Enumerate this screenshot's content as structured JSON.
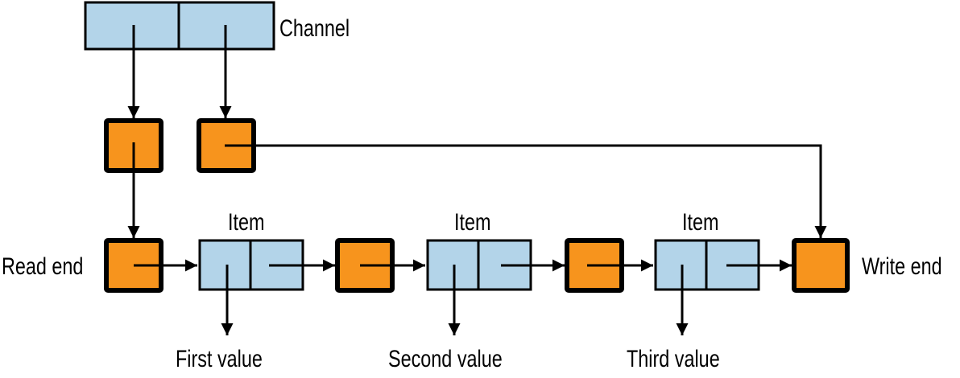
{
  "colors": {
    "item_fill": "#b3d4e9",
    "pointer_fill": "#f7941d",
    "stroke": "#000000",
    "background": "#ffffff"
  },
  "labels": {
    "channel": "Channel",
    "read_end": "Read end",
    "write_end": "Write end",
    "item": "Item",
    "values": [
      "First value",
      "Second value",
      "Third value"
    ]
  },
  "items": [
    {
      "label": "Item",
      "value": "First value"
    },
    {
      "label": "Item",
      "value": "Second value"
    },
    {
      "label": "Item",
      "value": "Third value"
    }
  ]
}
